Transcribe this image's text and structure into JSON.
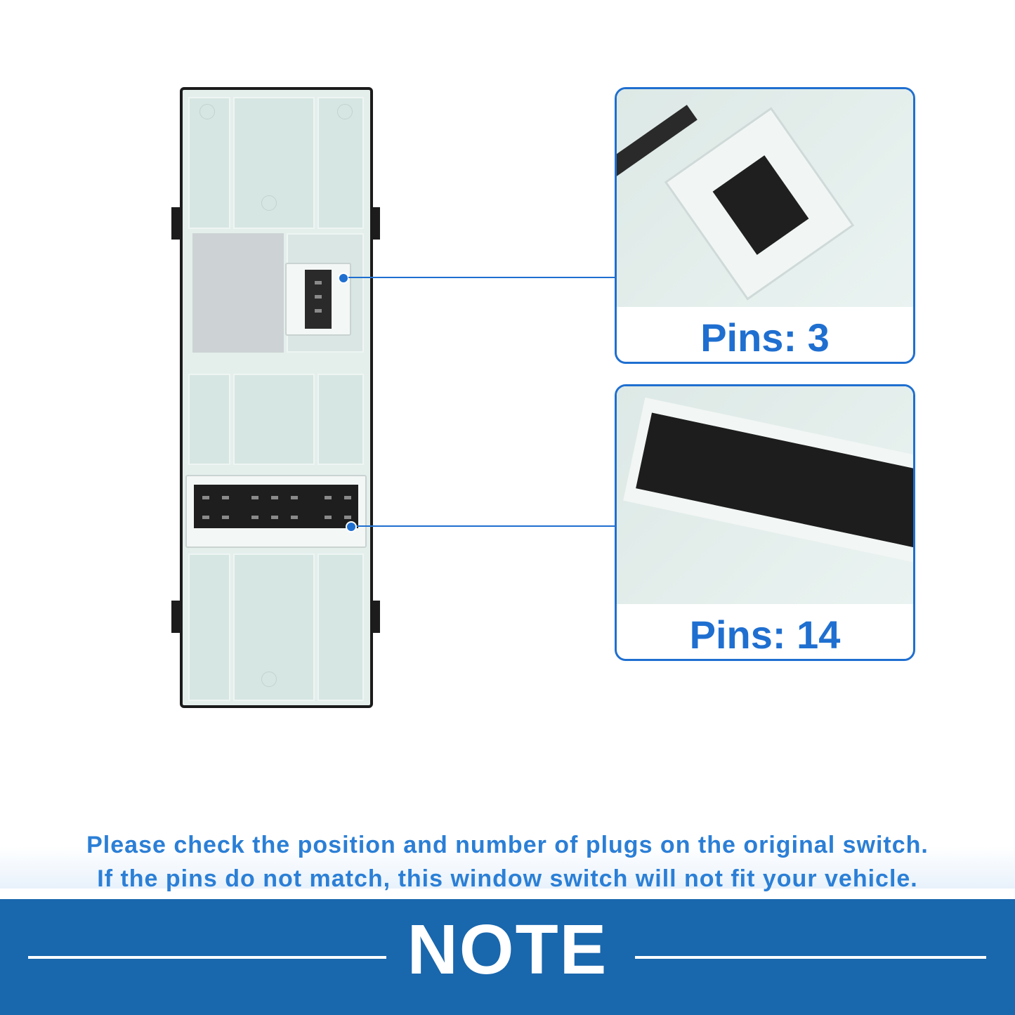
{
  "callouts": [
    {
      "label": "Pins: 3"
    },
    {
      "label": "Pins: 14"
    }
  ],
  "notice": {
    "line1": "Please check the position and number of plugs on the original switch.",
    "line2": "If the pins do not match, this window switch will not fit your vehicle."
  },
  "banner": {
    "title": "NOTE"
  },
  "colors": {
    "accent": "#1f6fd0",
    "banner": "#1967ad",
    "notice_text": "#2b7fd6"
  }
}
